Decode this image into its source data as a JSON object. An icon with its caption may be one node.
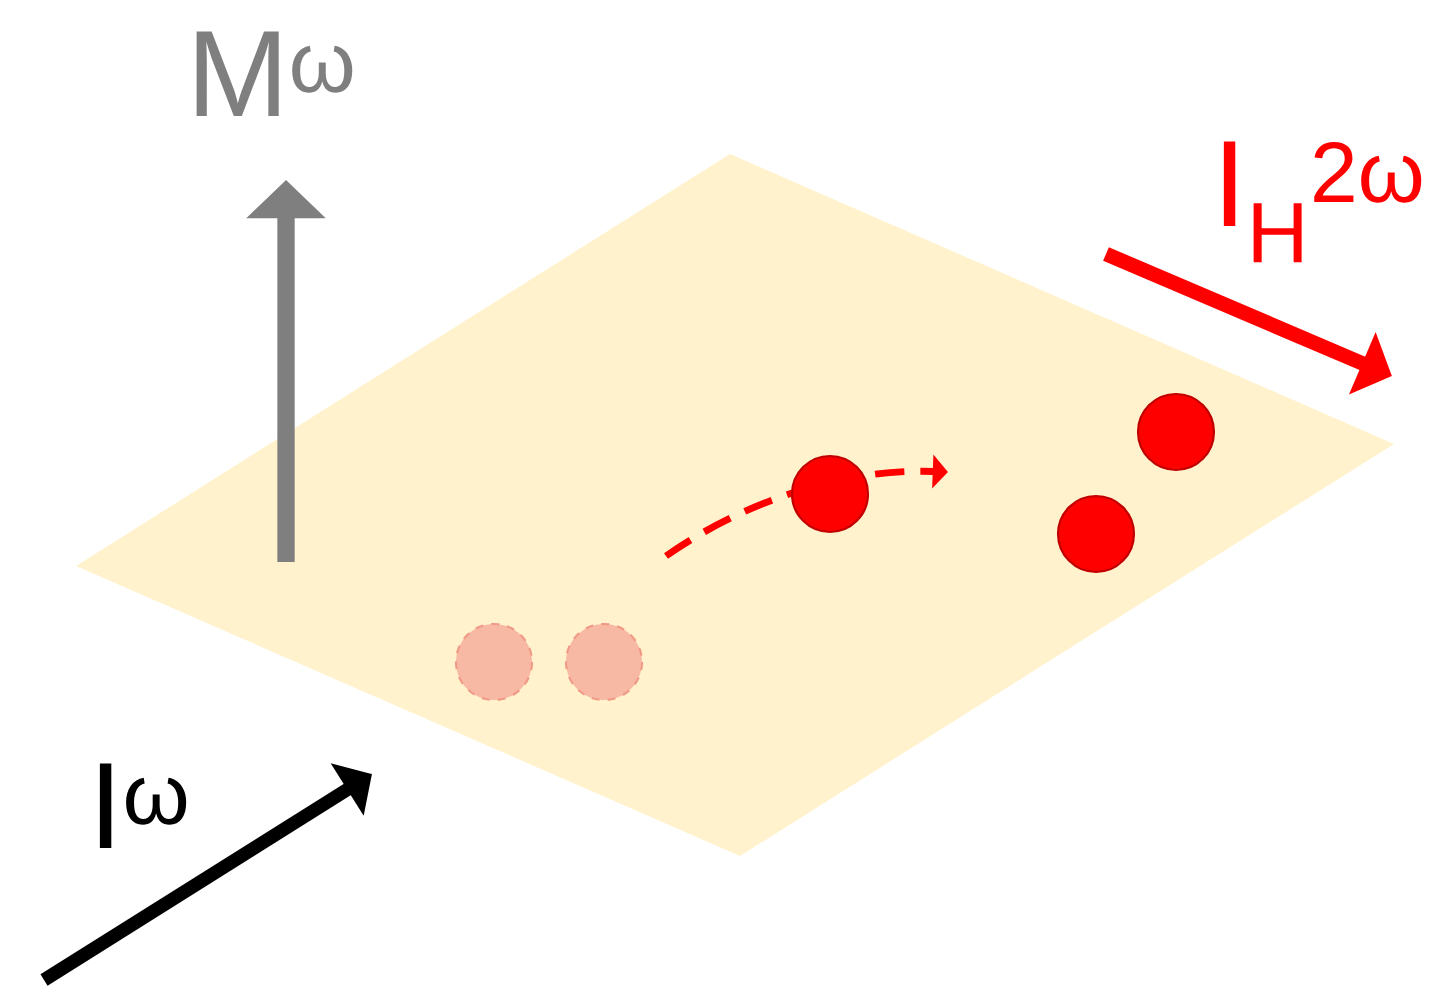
{
  "diagram": {
    "labels": [
      "M$^{ω}$",
      "I$_{H}$$^{2ω}$",
      "I$^{ω}$"
    ]
  }
}
